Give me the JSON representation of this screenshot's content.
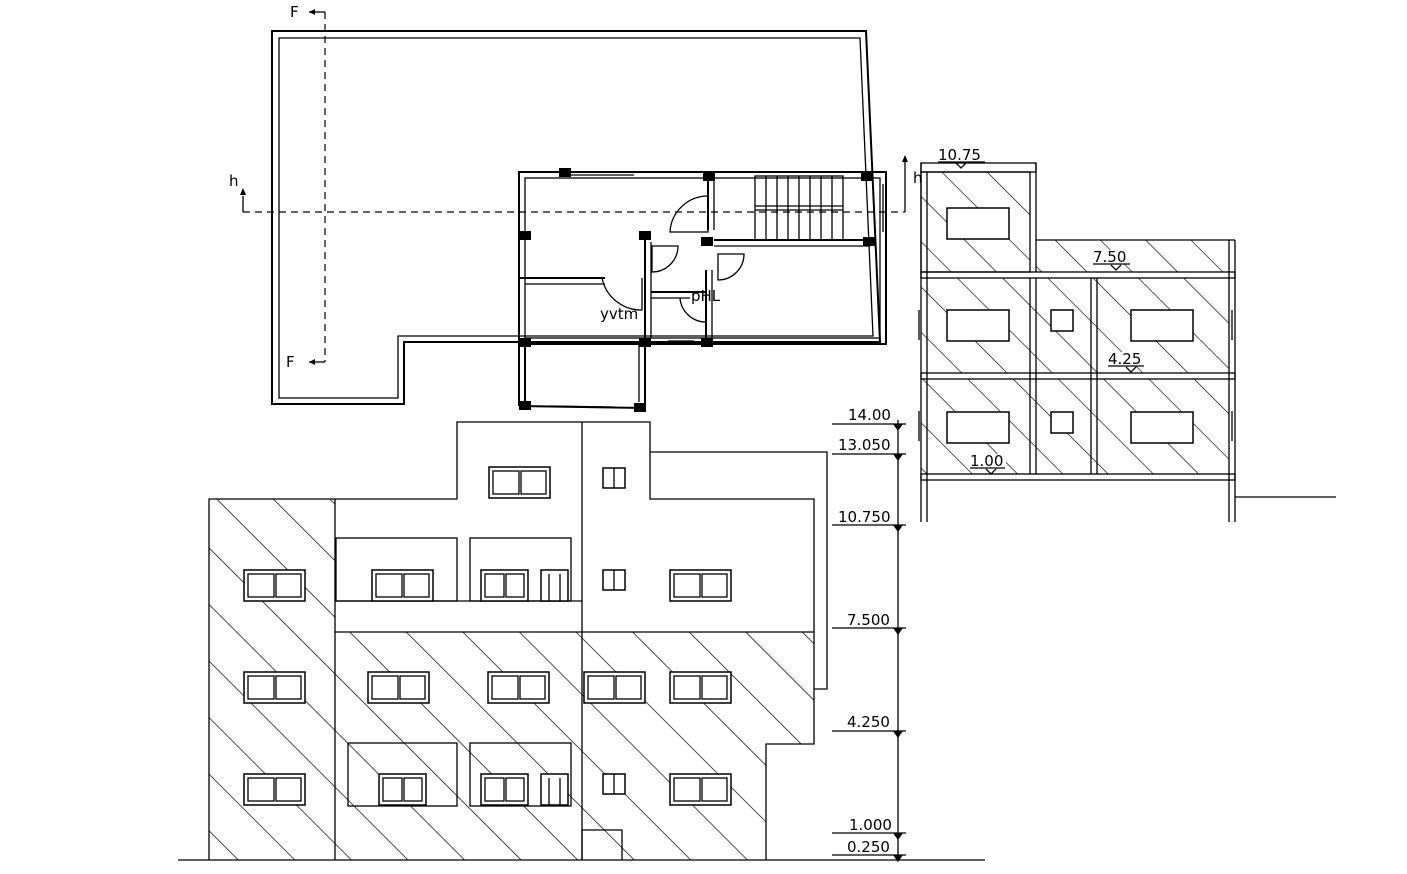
{
  "plan": {
    "section_mark_vertical": "F",
    "section_mark_horizontal": "h",
    "room_label_1": "yvtm",
    "room_label_2": "pHL"
  },
  "section": {
    "dim_top": "10.75",
    "dim_roof": "7.50",
    "dim_middle": "4.25",
    "dim_ground": "1.00"
  },
  "elevation": {
    "levels": [
      "14.00",
      "13.050",
      "10.750",
      "7.500",
      "4.250",
      "1.000",
      "0.250"
    ]
  }
}
